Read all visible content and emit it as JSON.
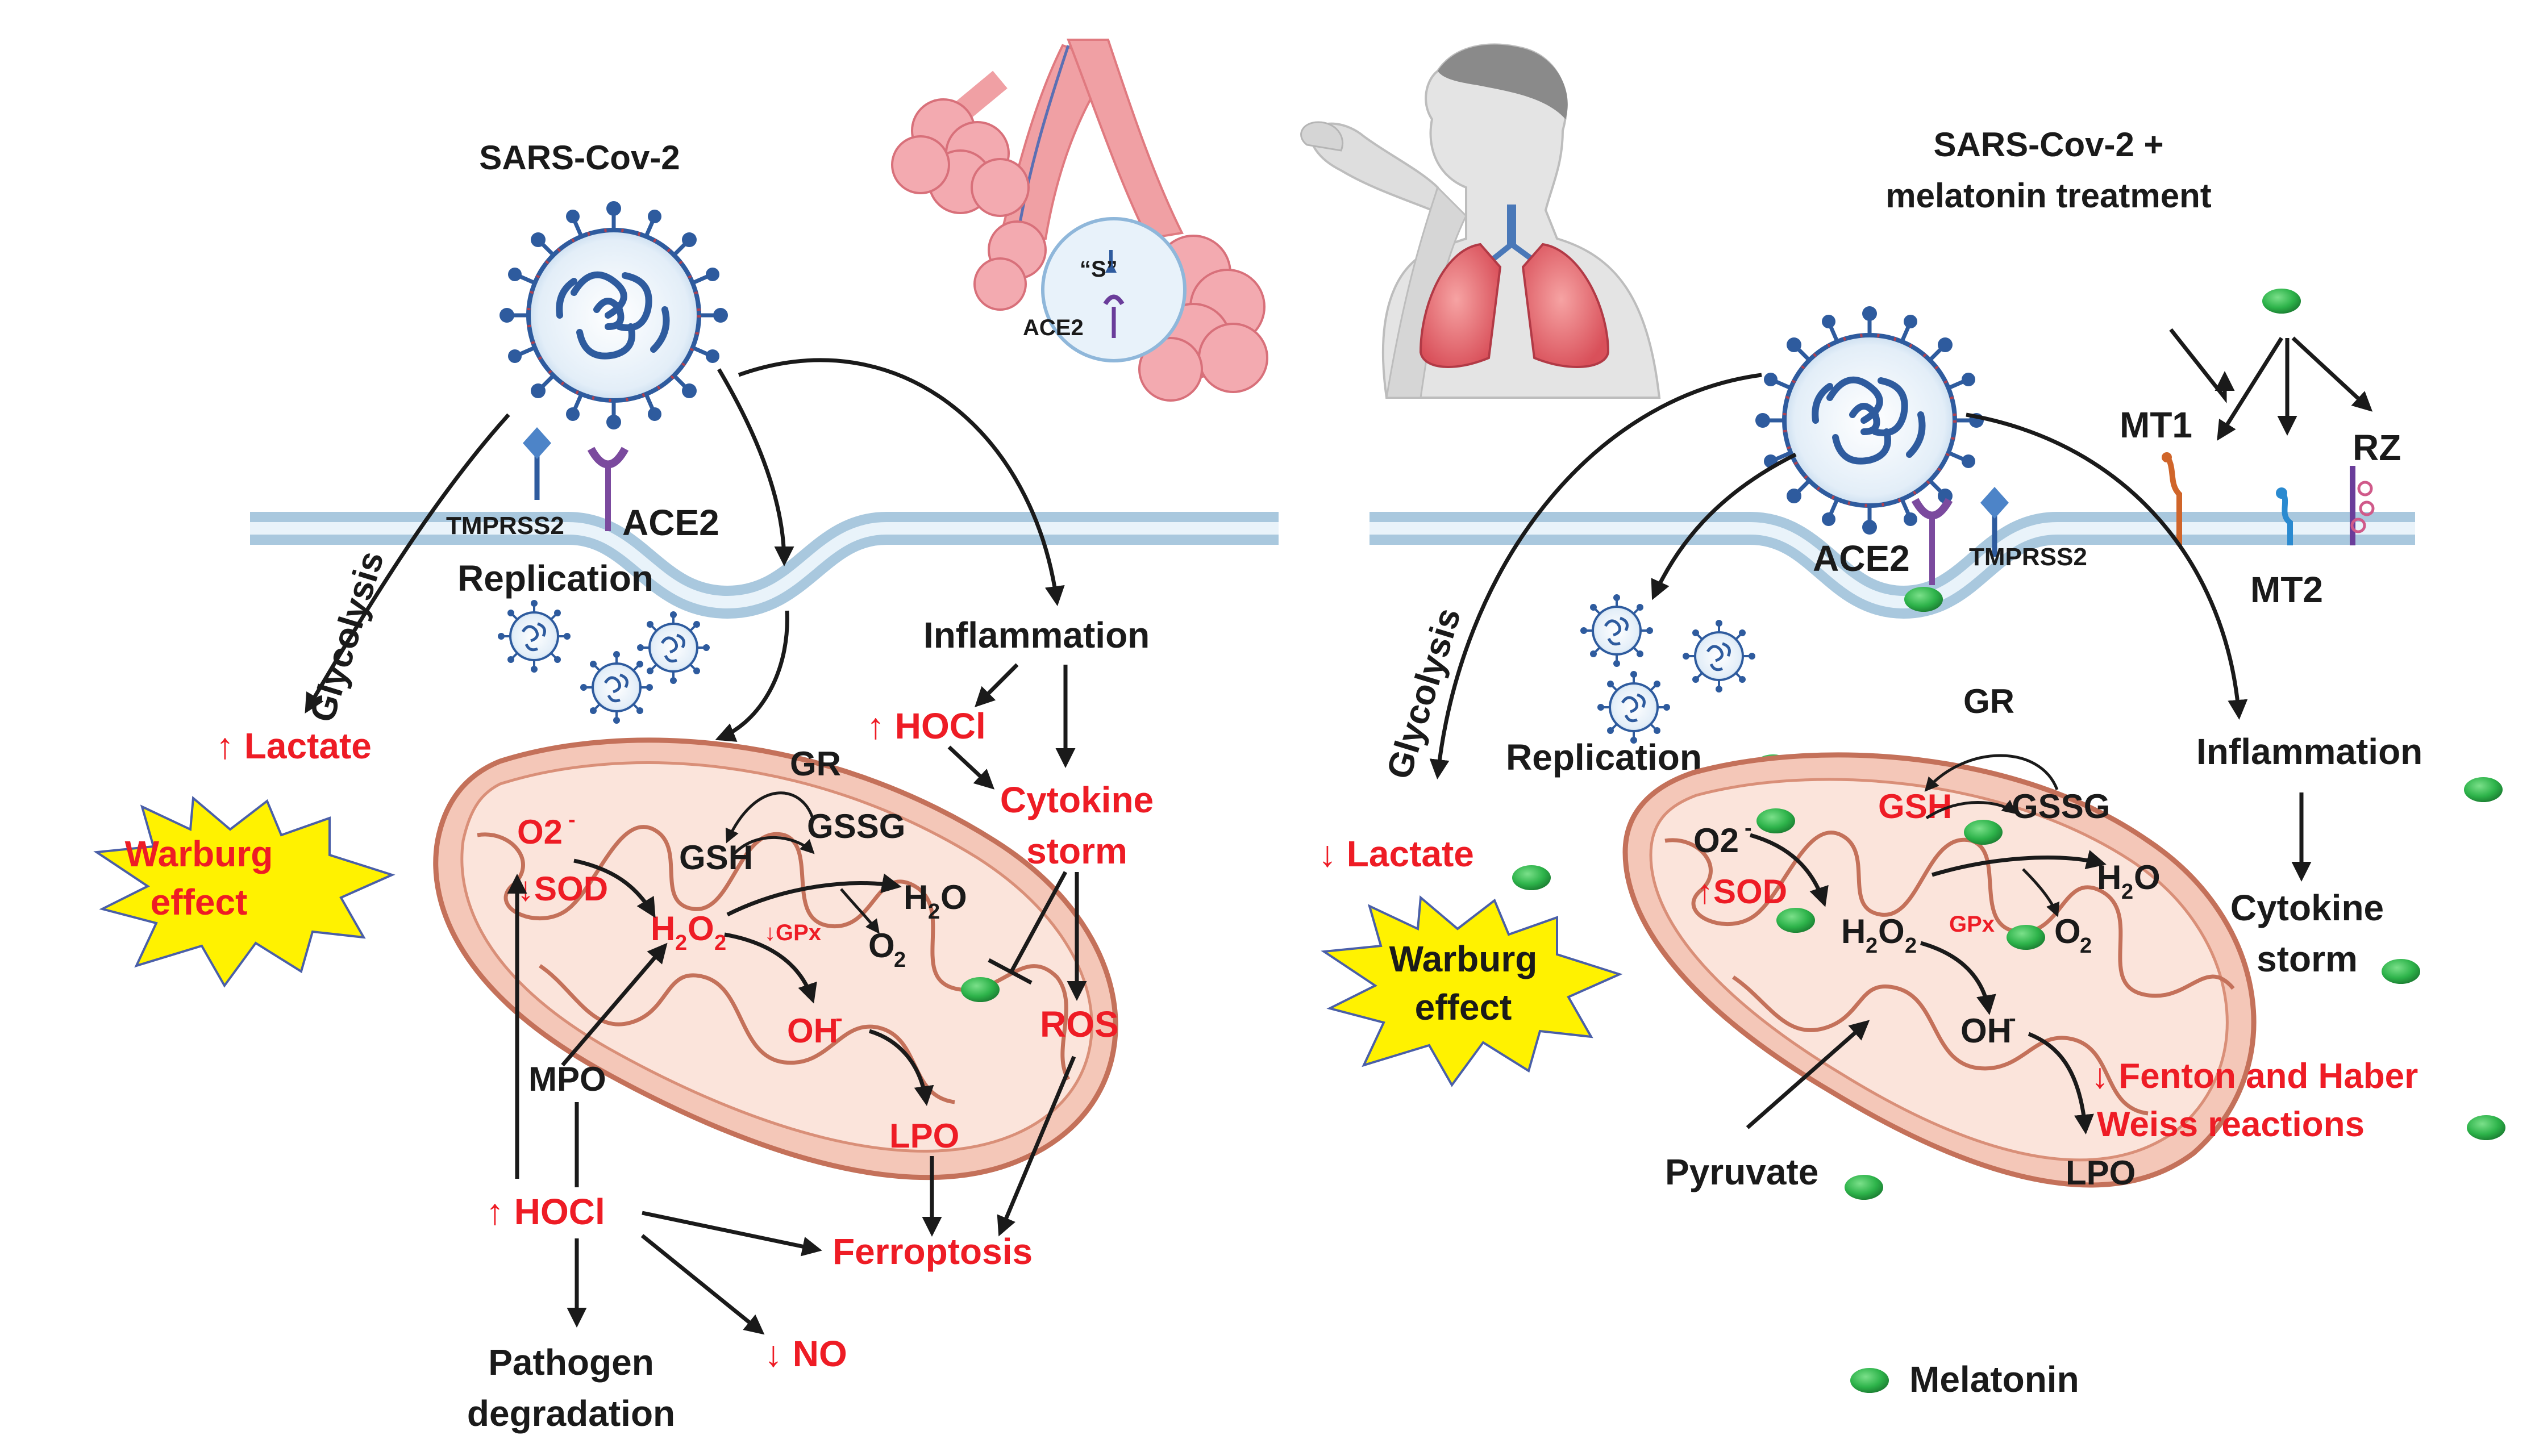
{
  "left_panel": {
    "title": "SARS-Cov-2",
    "tmprss2": "TMPRSS2",
    "ace2": "ACE2",
    "replication": "Replication",
    "glycolysis": "Glycolysis",
    "lactate": "↑ Lactate",
    "warburg_line1": "Warburg",
    "warburg_line2": "effect",
    "inflammation": "Inflammation",
    "hocl_top": "↑ HOCl",
    "cytokine_line1": "Cytokine",
    "cytokine_line2": "storm",
    "ros": "ROS",
    "gr": "GR",
    "gsh": "GSH",
    "gssg": "GSSG",
    "o2_superoxide": "O2",
    "sod": "↓SOD",
    "h2o2": "H2O2",
    "gpx": "↓GPx",
    "h2o": "H2O",
    "o2": "O2",
    "oh": "OH",
    "lpo": "LPO",
    "mpo": "MPO",
    "hocl_bottom": "↑ HOCl",
    "ferroptosis": "Ferroptosis",
    "no": "↓ NO",
    "pathogen_line1": "Pathogen",
    "pathogen_line2": "degradation"
  },
  "center": {
    "s_label": "“S”",
    "ace2": "ACE2"
  },
  "right_panel": {
    "title_line1": "SARS-Cov-2 +",
    "title_line2": "melatonin treatment",
    "mt1": "MT1",
    "mt2": "MT2",
    "rz": "RZ",
    "ace2": "ACE2",
    "tmprss2": "TMPRSS2",
    "glycolysis": "Glycolysis",
    "replication": "Replication",
    "lactate": "↓ Lactate",
    "warburg_line1": "Warburg",
    "warburg_line2": "effect",
    "gr": "GR",
    "gsh": "GSH",
    "gssg": "GSSG",
    "o2_superoxide": "O2",
    "sod": "↑SOD",
    "h2o2": "H2O2",
    "gpx": "GPx",
    "h2o": "H2O",
    "o2": "O2",
    "oh": "OH",
    "lpo": "LPO",
    "pyruvate": "Pyruvate",
    "inflammation": "Inflammation",
    "cytokine_line1": "Cytokine",
    "cytokine_line2": "storm",
    "fenton_line1": "↓ Fenton and Haber",
    "fenton_line2": "Weiss reactions"
  },
  "legend": {
    "melatonin": "Melatonin"
  },
  "colors": {
    "red": "#ee1c25",
    "black": "#1a1a1a",
    "membrane": "#c4dbea",
    "mito_fill": "#f4c7b8",
    "mito_stroke": "#c4715a",
    "virus": "#2e5b9e",
    "melatonin": "#2db34a",
    "warburg": "#fff200"
  }
}
